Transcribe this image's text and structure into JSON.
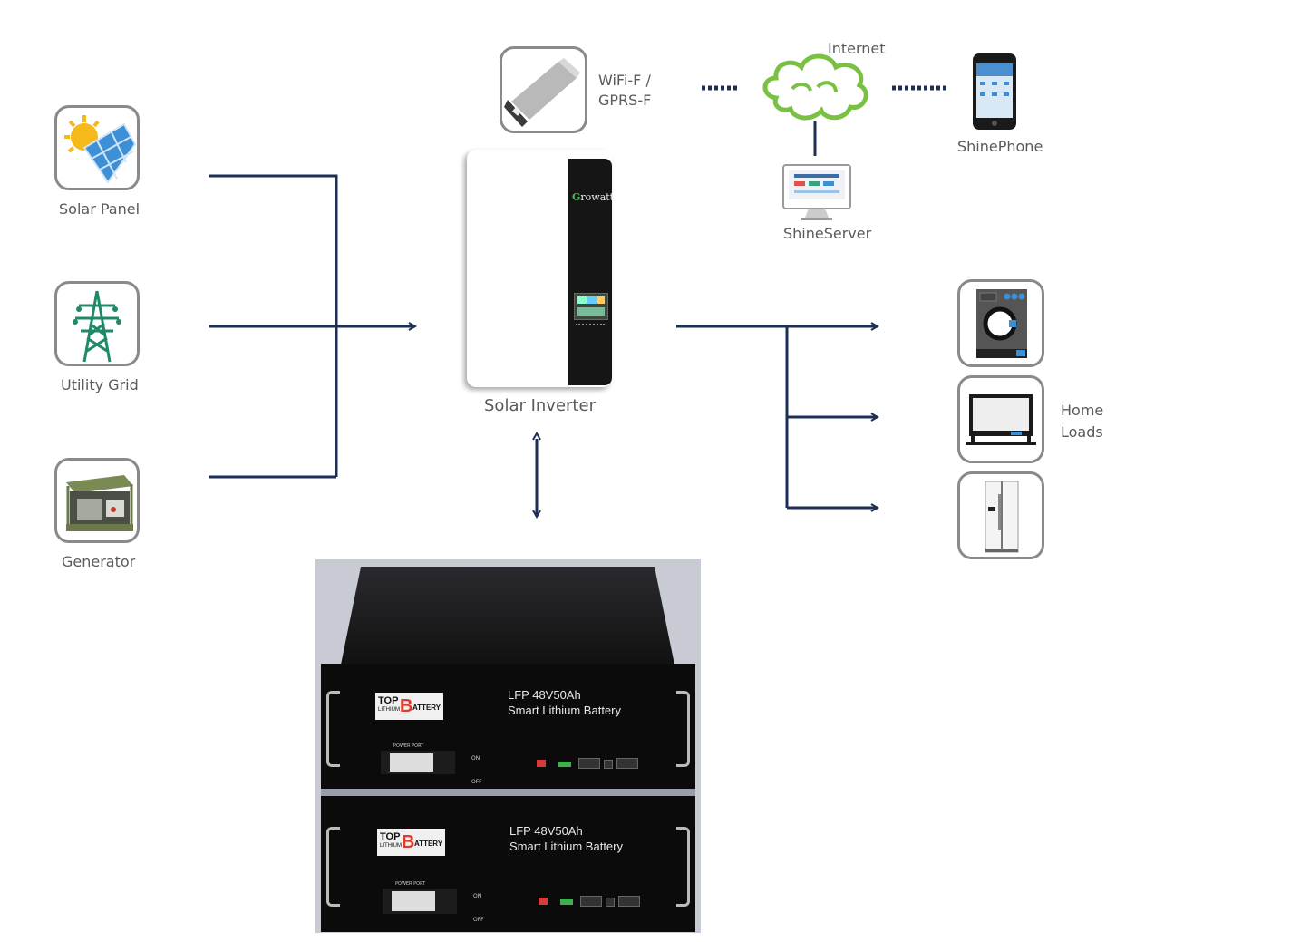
{
  "sources": [
    {
      "label": "Solar Panel",
      "icon": "solar-panel-icon"
    },
    {
      "label": "Utility Grid",
      "icon": "power-tower-icon"
    },
    {
      "label": "Generator",
      "icon": "generator-icon"
    }
  ],
  "inverter": {
    "label": "Solar Inverter",
    "brand": "Growatt"
  },
  "monitoring": {
    "dongle_label_line1": "WiFi-F /",
    "dongle_label_line2": "GPRS-F",
    "cloud_label": "Internet",
    "server_label": "ShineServer",
    "phone_label": "ShinePhone"
  },
  "loads": {
    "label_line1": "Home",
    "label_line2": "Loads",
    "items": [
      {
        "icon": "washing-machine-icon"
      },
      {
        "icon": "television-icon"
      },
      {
        "icon": "refrigerator-icon"
      }
    ]
  },
  "batteries": [
    {
      "model": "LFP 48V50Ah",
      "desc": "Smart Lithium Battery",
      "logo_top": "TOP",
      "logo_sub": "LITHIUM",
      "logo_b": "B",
      "logo_rest": "ATTERY",
      "port_label": "POWER PORT",
      "switch_on": "ON",
      "switch_off": "OFF"
    },
    {
      "model": "LFP 48V50Ah",
      "desc": "Smart Lithium Battery",
      "logo_top": "TOP",
      "logo_sub": "LITHIUM",
      "logo_b": "B",
      "logo_rest": "ATTERY",
      "port_label": "POWER PORT",
      "switch_on": "ON",
      "switch_off": "OFF"
    }
  ],
  "colors": {
    "line": "#1e2f57",
    "cloud": "#7ac143",
    "grid_green": "#1f8a6a",
    "label": "#5a5a5a"
  }
}
